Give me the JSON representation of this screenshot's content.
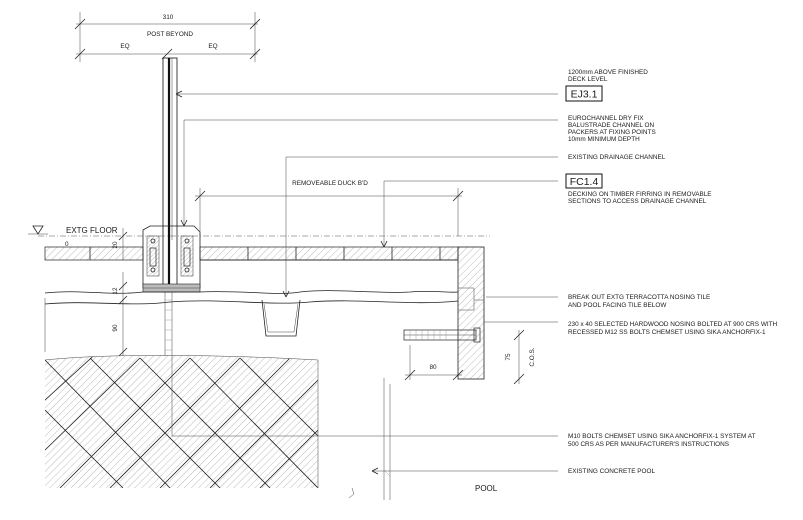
{
  "dimensions": {
    "overall_width": "310",
    "post_beyond": "POST BEYOND",
    "eq_left": "EQ",
    "eq_right": "EQ",
    "floor_zero": "0",
    "floor_gap": "20",
    "channel_gap": "12",
    "lower_depth": "90",
    "bolt_spacing": "80",
    "bolt_edge": "75",
    "cos": "C.O.S."
  },
  "labels": {
    "extg_floor": "EXTG FLOOR",
    "removeable_duck": "REMOVEABLE DUCK B'D",
    "pool": "POOL"
  },
  "callouts": {
    "c1": {
      "line1": "1200mm ABOVE FINISHED",
      "line2": "DECK LEVEL",
      "tag": "EJ3.1"
    },
    "c2": {
      "line1": "EUROCHANNEL DRY FIX",
      "line2": "BALUSTRADE CHANNEL ON",
      "line3": "PACKERS AT FIXING POINTS",
      "line4": "10mm MINIMUM DEPTH"
    },
    "c3": {
      "line1": "EXISTING DRAINAGE CHANNEL"
    },
    "c4": {
      "tag": "FC1.4",
      "line1": "DECKING ON TIMBER FIRRING IN REMOVABLE",
      "line2": "SECTIONS TO ACCESS DRAINAGE CHANNEL"
    },
    "c5": {
      "line1": "BREAK OUT EXTG TERRACOTTA NOSING TILE",
      "line2": "AND POOL FACING TILE BELOW"
    },
    "c6": {
      "line1": "230 x 40 SELECTED HARDWOOD NOSING BOLTED  AT 900 CRS WITH",
      "line2": "RECESSED M12 SS BOLTS CHEMSET USING SIKA ANCHORFIX-1"
    },
    "c7": {
      "line1": "M10 BOLTS CHEMSET USING SIKA ANCHORFIX-1 SYSTEM AT",
      "line2": "500 CRS AS PER MANUFACTURER'S INSTRUCTIONS"
    },
    "c8": {
      "line1": "EXISTING CONCRETE POOL"
    }
  }
}
